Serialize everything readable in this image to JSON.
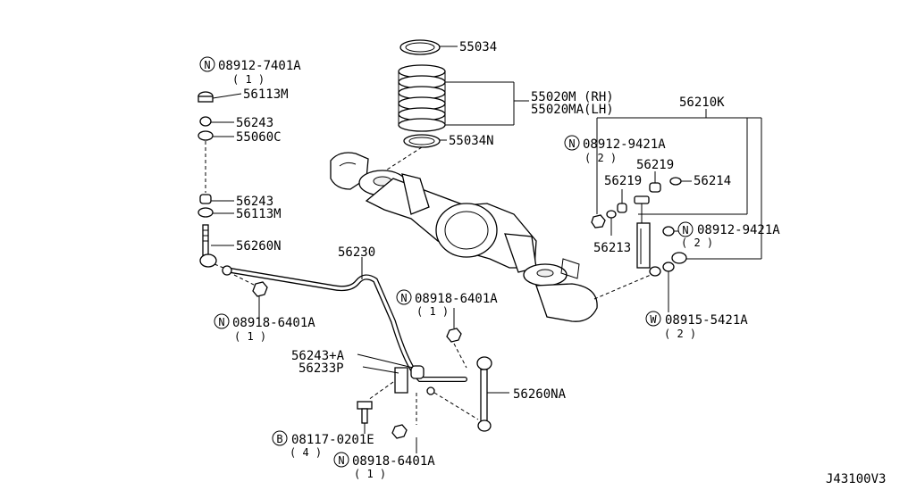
{
  "diagram_id": "J43100V3",
  "labels": {
    "n_08912_7401a": "08912-7401A",
    "n_08912_7401a_qty": "( 1 )",
    "p_56113m_top": "56113M",
    "p_56243_top": "56243",
    "p_55060c": "55060C",
    "p_56243_low": "56243",
    "p_56113m_low": "56113M",
    "p_56260n": "56260N",
    "p_56230": "56230",
    "n_08918_6401a_left": "08918-6401A",
    "n_08918_6401a_left_qty": "( 1 )",
    "p_55034_top": "55034",
    "p_55020m": "55020M (RH)",
    "p_55020ma": "55020MA(LH)",
    "p_55034n": "55034N",
    "p_56210k": "56210K",
    "n_08912_9421a_top": "08912-9421A",
    "n_08912_9421a_top_qty": "( 2 )",
    "p_56219_a": "56219",
    "p_56219_b": "56219",
    "p_56214": "56214",
    "p_56213": "56213",
    "n_08912_9421a_right": "08912-9421A",
    "n_08912_9421a_right_qty": "( 2 )",
    "w_08915_5421a": "08915-5421A",
    "w_08915_5421a_qty": "( 2 )",
    "n_08918_6401a_mid": "08918-6401A",
    "n_08918_6401a_mid_qty": "( 1 )",
    "p_56243_a": "56243+A",
    "p_56233p": "56233P",
    "p_56260na": "56260NA",
    "b_08117_0201e": "08117-0201E",
    "b_08117_0201e_qty": "( 4 )",
    "n_08918_6401a_bottom": "08918-6401A",
    "n_08918_6401a_bottom_qty": "( 1 )"
  },
  "prefix": {
    "n": "N",
    "w": "W",
    "b": "B"
  }
}
